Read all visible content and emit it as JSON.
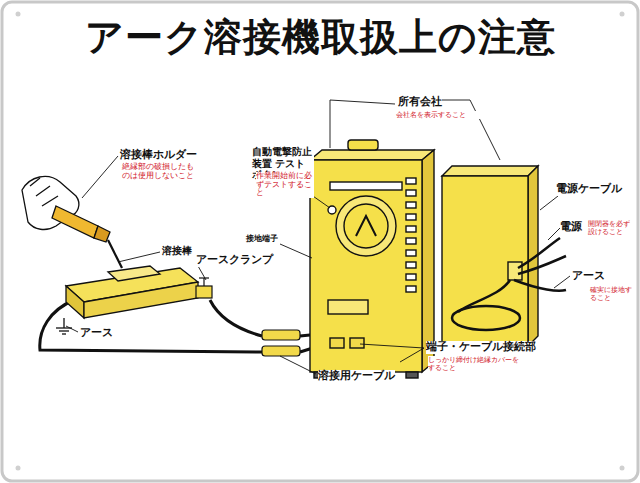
{
  "diagram": {
    "title": "アーク溶接機取扱上の注意",
    "labels": [
      "溶接棒ホルダー",
      "絶縁部の破損したものは使用しないこと",
      "自動電撃防止装置 テストボタン",
      "作業開始前に必ずテストすること",
      "溶接棒",
      "アースクランプ",
      "接地端子",
      "所有会社",
      "会社名を表示すること",
      "電源ケーブル",
      "電源",
      "開閉器を必ず設けること",
      "アース",
      "確実に接地すること",
      "端子・ケーブル接続部",
      "しっかり締付け絶縁カバーをすること",
      "溶接用ケーブル",
      "アース"
    ]
  }
}
